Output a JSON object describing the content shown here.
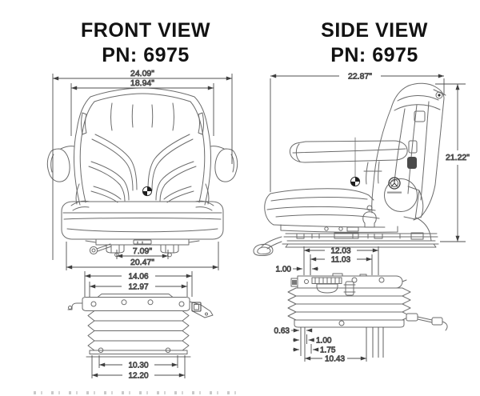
{
  "front_view": {
    "title": "FRONT VIEW",
    "part_number": "PN: 6975",
    "dims": {
      "overall_width": "24.09\"",
      "backrest_width": "18.94\"",
      "mount_spacing": "7.09\"",
      "base_width": "20.47\""
    },
    "suspension_dims": {
      "top_outer": "14.06",
      "top_inner": "12.97",
      "bottom_inner": "10.30",
      "bottom_outer": "12.20"
    }
  },
  "side_view": {
    "title": "SIDE VIEW",
    "part_number": "PN: 6975",
    "dims": {
      "overall_depth": "22.87\"",
      "overall_height": "21.22\""
    },
    "suspension_dims": {
      "top_outer": "12.03",
      "top_inner": "11.03",
      "top_offset": "1.00",
      "bottom_offset_small": "0.63",
      "bottom_offset_mid": "1.00",
      "bottom_offset_large": "1.75",
      "bottom_width": "10.43"
    }
  },
  "colors": {
    "background": "#ffffff",
    "line": "#6b6b6b",
    "dimension_line": "#4f4f4f",
    "text": "#121212"
  }
}
